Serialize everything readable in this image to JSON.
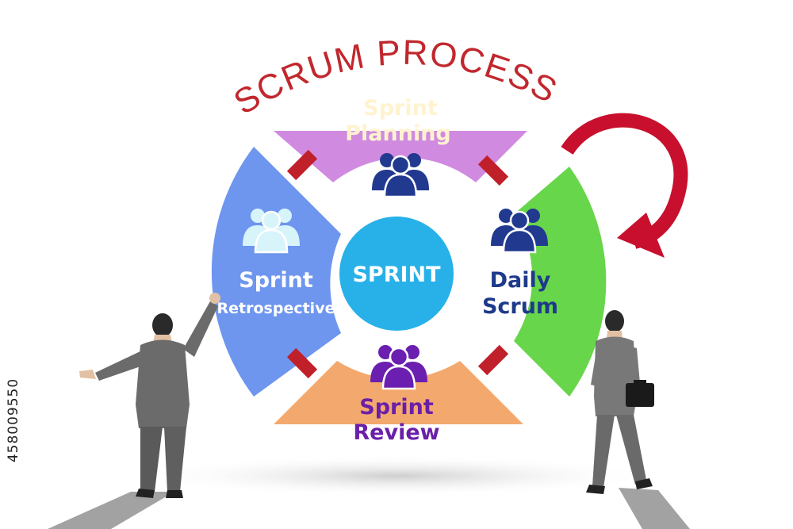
{
  "title": "SCRUM PROCESS",
  "center": {
    "label": "SPRINT"
  },
  "segments": {
    "planning": {
      "line1": "Sprint",
      "line2": "Planning"
    },
    "daily": {
      "line1": "Daily",
      "line2": "Scrum"
    },
    "review": {
      "line1": "Sprint",
      "line2": "Review"
    },
    "retro": {
      "line1": "Sprint",
      "line2": "Retrospective"
    }
  },
  "stock_id": "458009550",
  "icons": {
    "team": "people-group-icon",
    "cycle": "curved-arrow-icon"
  },
  "colors": {
    "title": "#c1272d",
    "planning": "#d08ae0",
    "planning_text": "#fff3cf",
    "daily": "#68d64a",
    "daily_text": "#1e3a8a",
    "review": "#f3a96d",
    "review_text": "#6a1fa8",
    "retro": "#6e96ee",
    "retro_text": "#ffffff",
    "center": "#27b1e8",
    "connector": "#c0202a",
    "arrow": "#c8102e",
    "icon_dark": "#21398f",
    "icon_light": "#d8f4fb",
    "icon_purple": "#6b1fb0"
  }
}
